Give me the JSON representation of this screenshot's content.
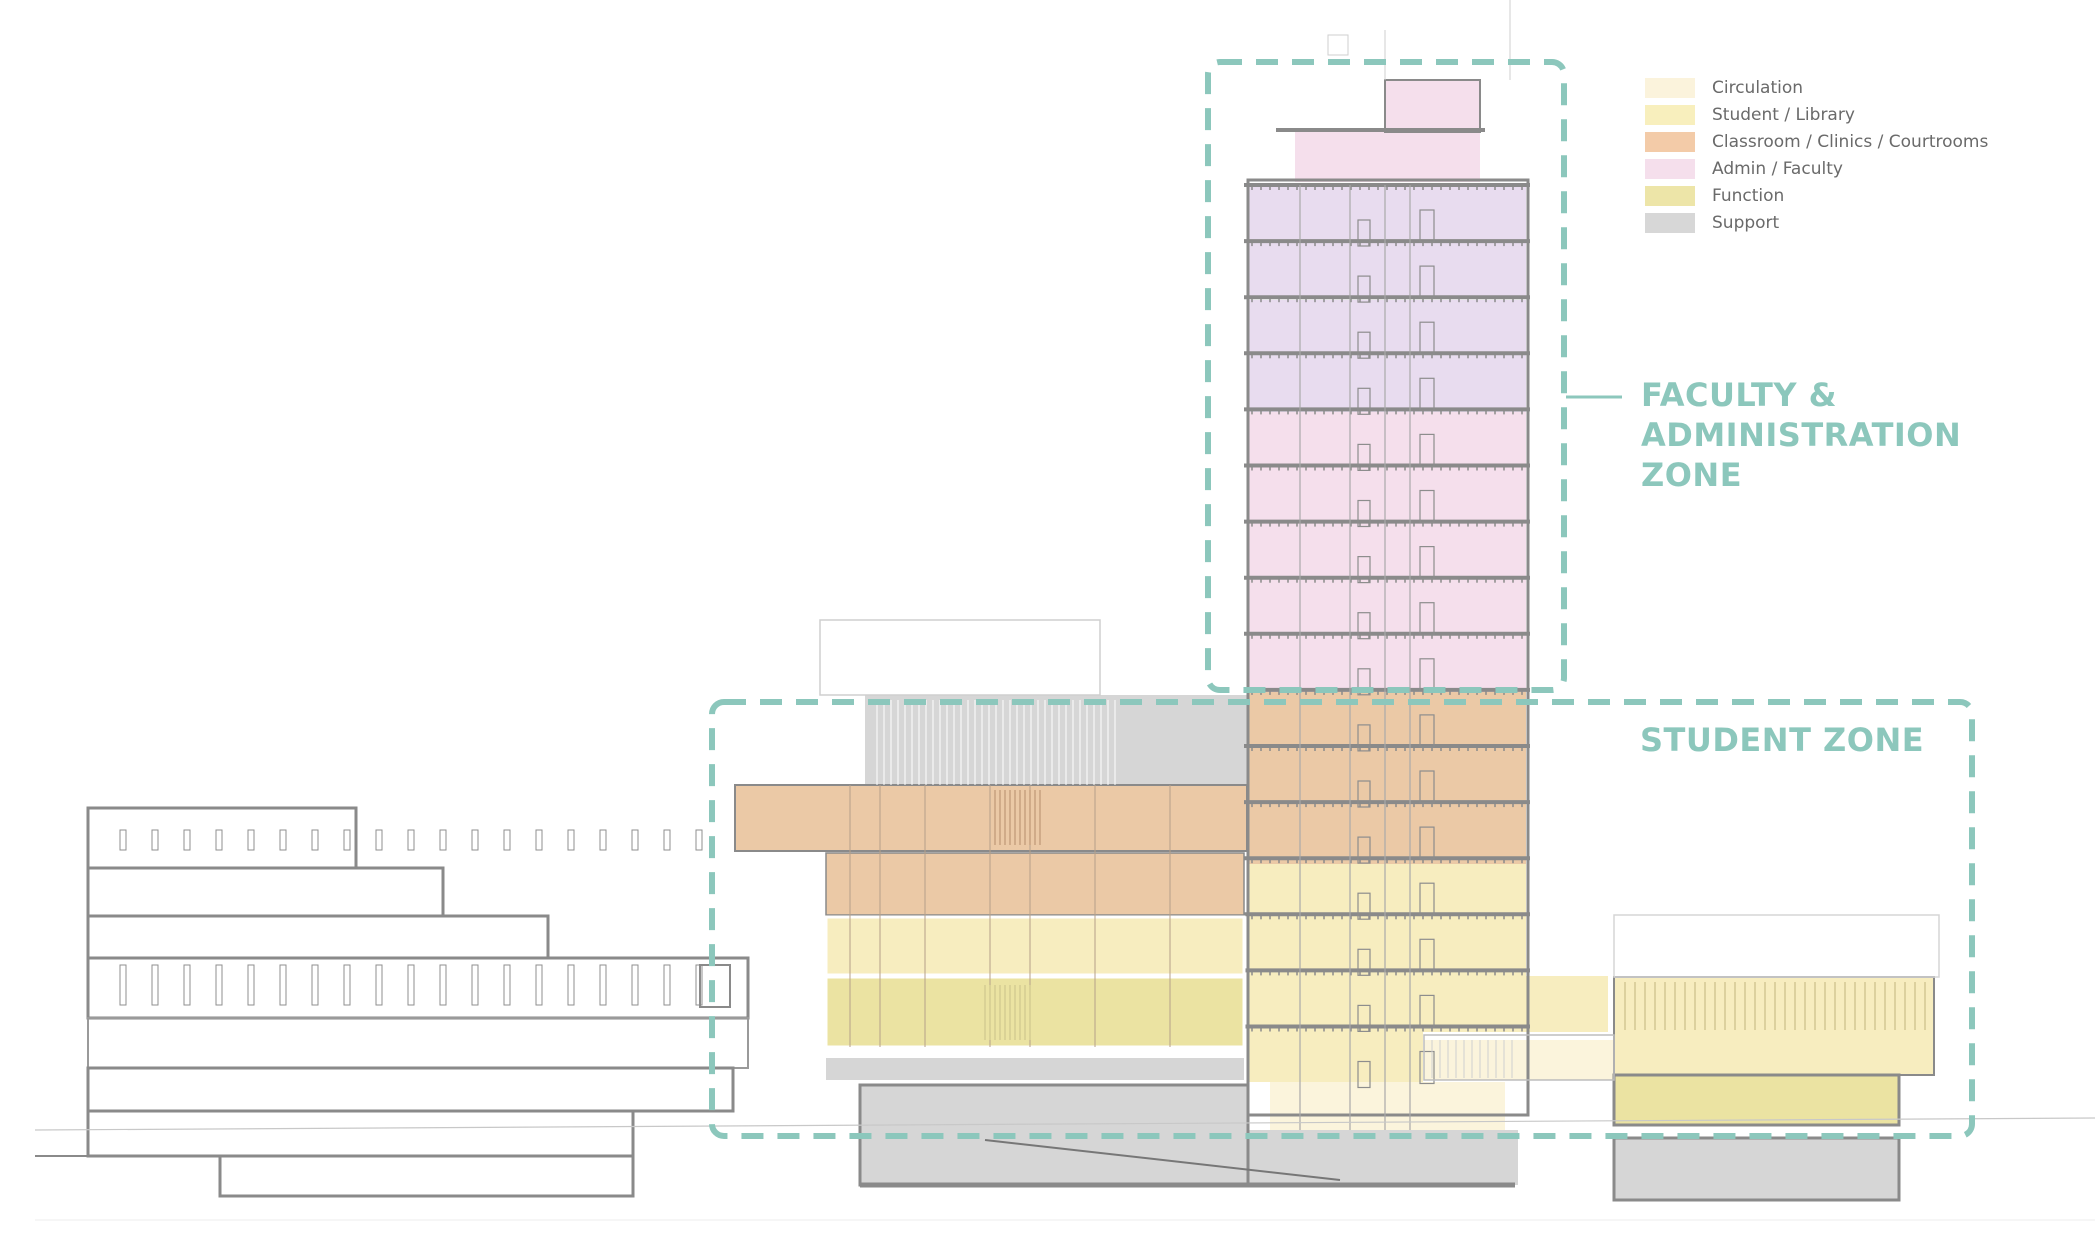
{
  "legend": {
    "items": [
      {
        "label": "Circulation",
        "color": "#fbf3dc"
      },
      {
        "label": "Student / Library",
        "color": "#f8efbd"
      },
      {
        "label": "Classroom / Clinics / Courtrooms",
        "color": "#f3cba8"
      },
      {
        "label": "Admin / Faculty",
        "color": "#f5dfec"
      },
      {
        "label": "Function",
        "color": "#ede5a8"
      },
      {
        "label": "Support",
        "color": "#d7d7d7"
      }
    ]
  },
  "zones": {
    "faculty": {
      "line1": "FACULTY &",
      "line2": "ADMINISTRATION",
      "line3": "ZONE",
      "outline_color": "#8cc7bc"
    },
    "student": {
      "label": "STUDENT ZONE",
      "outline_color": "#8cc7bc"
    }
  },
  "colors": {
    "structure": "#8a8a8a",
    "admin_pink": "#f5dfec",
    "admin_lavender": "#e8dcef",
    "classroom": "#ebc9a6",
    "student": "#f7edbf",
    "function": "#ebe3a2",
    "circulation": "#fbf4dc",
    "support": "#d6d6d6"
  }
}
